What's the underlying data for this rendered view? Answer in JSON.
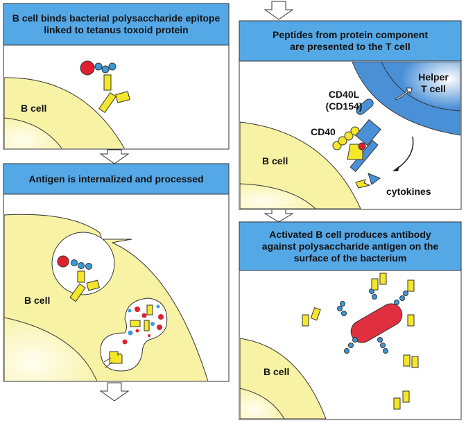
{
  "panels": [
    {
      "title": "B cell binds bacterial polysaccharide epitope linked to tetanus toxoid protein",
      "labels": {
        "b_cell": "B cell"
      }
    },
    {
      "title": "Antigen is internalized and processed",
      "labels": {
        "b_cell": "B cell"
      }
    },
    {
      "title": "Peptides from protein component are presented to the T cell",
      "labels": {
        "b_cell": "B cell",
        "helper": "Helper T cell",
        "cd40l": "CD40L (CD154)",
        "cd40": "CD40",
        "cytokines": "cytokines"
      }
    },
    {
      "title": "Activated B cell produces antibody against polysaccharide antigen on the surface of the bacterium",
      "labels": {
        "b_cell": "B cell"
      }
    }
  ],
  "colors": {
    "header": "#55a8e6",
    "cell": "#f8f2a4",
    "tcell": "#4a90d6",
    "antigen": "#e0202e",
    "epitope": "#3a9ad9",
    "antibody": "#f5e62a"
  }
}
